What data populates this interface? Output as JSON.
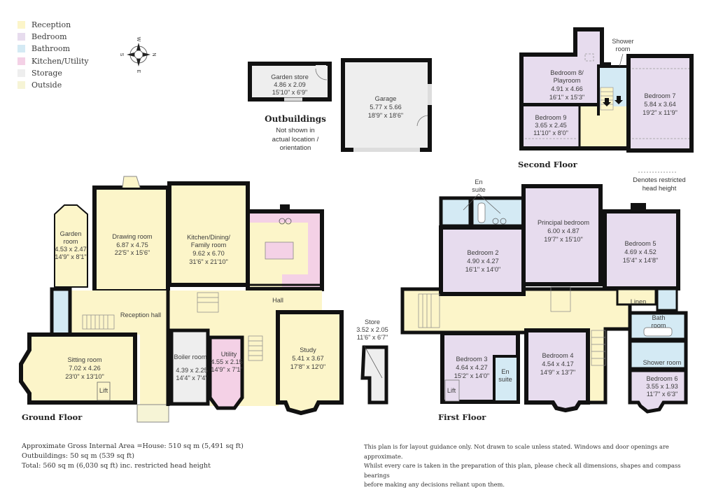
{
  "colors": {
    "reception": "#fcf5c9",
    "bedroom": "#e7dcee",
    "bathroom": "#d4eaf4",
    "kitchen_utility": "#f4d1e6",
    "storage": "#eeeeee",
    "outside": "#f6f4d6",
    "wall": "#111111"
  },
  "legend": [
    {
      "label": "Reception",
      "color": "#fcf5c9"
    },
    {
      "label": "Bedroom",
      "color": "#e7dcee"
    },
    {
      "label": "Bathroom",
      "color": "#d4eaf4"
    },
    {
      "label": "Kitchen/Utility",
      "color": "#f4d1e6"
    },
    {
      "label": "Storage",
      "color": "#eeeeee"
    },
    {
      "label": "Outside",
      "color": "#f6f4d6"
    }
  ],
  "compass": {
    "n": "N",
    "s": "S",
    "e": "E",
    "w": "W"
  },
  "outbuildings": {
    "title": "Outbuildings",
    "note_lines": [
      "Not shown in",
      "actual location /",
      "orientation"
    ],
    "rooms": {
      "garden_store": {
        "name": "Garden store",
        "metric": "4.86 x 2.09",
        "imperial": "15'10\" x 6'9\""
      },
      "garage": {
        "name": "Garage",
        "metric": "5.77 x 5.66",
        "imperial": "18'9\" x 18'6\""
      }
    }
  },
  "second_floor": {
    "title": "Second Floor",
    "rooms": {
      "bedroom8": {
        "name_lines": [
          "Bedroom 8/",
          "Playroom"
        ],
        "metric": "4.91 x 4.66",
        "imperial": "16'1\" x 15'3\""
      },
      "bedroom9": {
        "name": "Bedroom 9",
        "metric": "3.65 x 2.45",
        "imperial": "11'10\" x 8'0\""
      },
      "bedroom7": {
        "name": "Bedroom 7",
        "metric": "5.84 x 3.64",
        "imperial": "19'2\" x 11'9\""
      },
      "shower": {
        "name_lines": [
          "Shower",
          "room"
        ]
      }
    }
  },
  "restricted_note": {
    "lines": [
      "Denotes restricted",
      "head height"
    ]
  },
  "ground_floor": {
    "title": "Ground Floor",
    "rooms": {
      "garden_room": {
        "name_lines": [
          "Garden",
          "room"
        ],
        "metric": "4.53 x 2.47",
        "imperial": "14'9\" x 8'1\""
      },
      "drawing_room": {
        "name": "Drawing room",
        "metric": "6.87 x 4.75",
        "imperial": "22'5\" x 15'6\""
      },
      "kitchen": {
        "name_lines": [
          "Kitchen/Dining/",
          "Family room"
        ],
        "metric": "9.62 x 6.70",
        "imperial": "31'6\" x 21'10\""
      },
      "reception_hall": {
        "name": "Reception hall"
      },
      "hall": {
        "name": "Hall"
      },
      "sitting_room": {
        "name": "Sitting room",
        "metric": "7.02 x 4.26",
        "imperial": "23'0\" x 13'10\""
      },
      "lift": {
        "name": "Lift"
      },
      "boiler_room": {
        "name": "Boiler room",
        "metric": "4.39 x 2.25",
        "imperial": "14'4\" x 7'4\""
      },
      "utility": {
        "name": "Utility",
        "metric": "4.55 x 2.15",
        "imperial": "14'9\" x 7'1\""
      },
      "study": {
        "name": "Study",
        "metric": "5.41 x 3.67",
        "imperial": "17'8\" x 12'0\""
      },
      "store": {
        "name": "Store",
        "metric": "3.52 x 2.05",
        "imperial": "11'6\" x 6'7\""
      }
    }
  },
  "first_floor": {
    "title": "First Floor",
    "rooms": {
      "en_suite_top": {
        "name_lines": [
          "En",
          "suite"
        ]
      },
      "principal": {
        "name": "Principal bedroom",
        "metric": "6.00 x 4.87",
        "imperial": "19'7\" x 15'10\""
      },
      "bedroom2": {
        "name": "Bedroom 2",
        "metric": "4.90 x 4.27",
        "imperial": "16'1\" x 14'0\""
      },
      "bedroom5": {
        "name": "Bedroom 5",
        "metric": "4.69 x 4.52",
        "imperial": "15'4\" x 14'8\""
      },
      "linen": {
        "name": "Linen"
      },
      "bathroom": {
        "name_lines": [
          "Bath",
          "room"
        ]
      },
      "shower_room": {
        "name": "Shower room"
      },
      "bedroom3": {
        "name": "Bedroom 3",
        "metric": "4.64 x 4.27",
        "imperial": "15'2\" x 14'0\""
      },
      "en_suite_b3": {
        "name_lines": [
          "En",
          "suite"
        ]
      },
      "lift": {
        "name": "Lift"
      },
      "bedroom4": {
        "name": "Bedroom 4",
        "metric": "4.54 x 4.17",
        "imperial": "14'9\" x 13'7\""
      },
      "bedroom6": {
        "name": "Bedroom 6",
        "metric": "3.55 x 1.93",
        "imperial": "11'7\" x 6'3\""
      }
    }
  },
  "area_notes": [
    "Approximate Gross Internal Area =House: 510 sq m (5,491 sq ft)",
    "Outbuildings: 50 sq m (539 sq ft)",
    "Total: 560 sq m (6,030 sq ft) inc. restricted head height"
  ],
  "disclaimer": [
    "This plan is for layout guidance only. Not drawn to scale unless stated. Windows and door openings are approximate.",
    "Whilst every care is taken in the preparation of this plan, please check all dimensions, shapes and compass bearings",
    "before making any decisions reliant upon them."
  ]
}
